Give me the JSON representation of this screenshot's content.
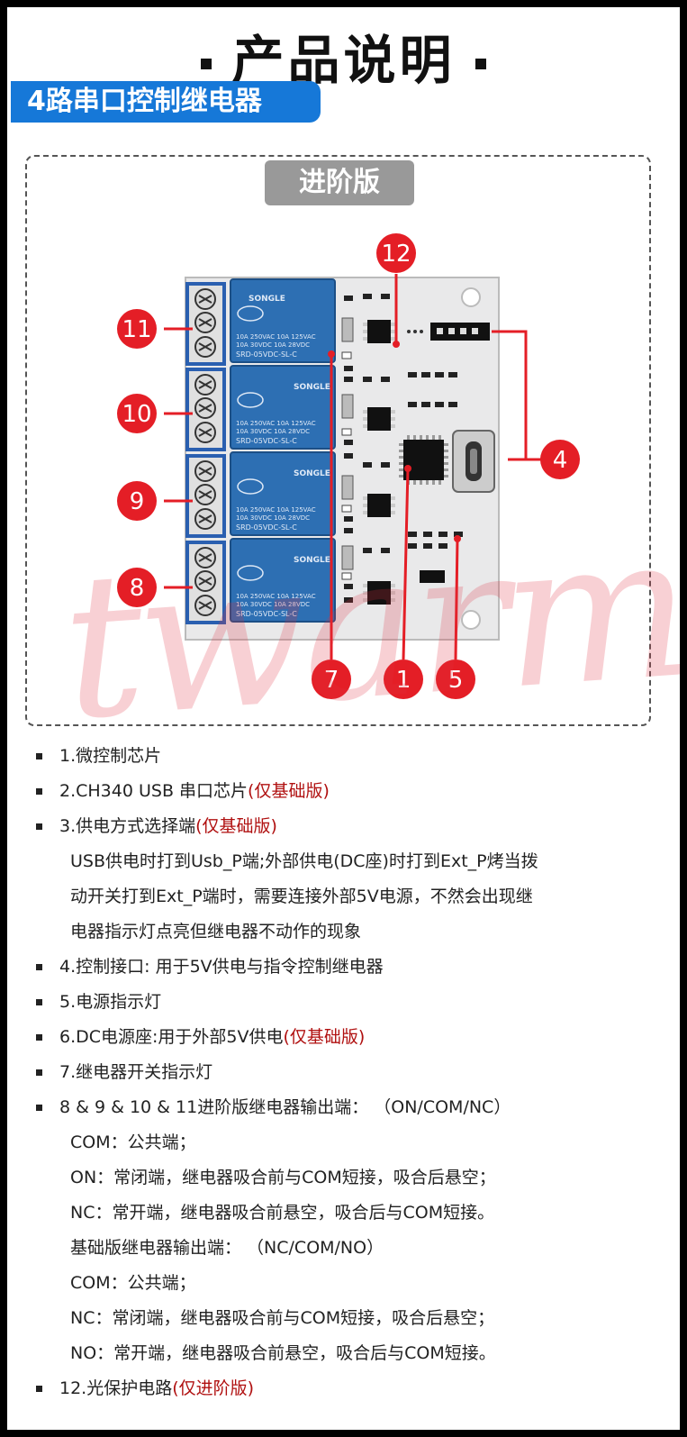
{
  "header": {
    "title": "产品说明"
  },
  "section_title": "4路串口控制继电器",
  "version_tag": "进阶版",
  "watermark": "twarm",
  "relays": [
    {
      "brand": "SONGLE",
      "spec1": "10A 250VAC 10A 125VAC",
      "spec2": "10A 30VDC 10A 28VDC",
      "model": "SRD-05VDC-SL-C"
    },
    {
      "brand": "SONGLE",
      "spec1": "10A 250VAC 10A 125VAC",
      "spec2": "10A 30VDC 10A 28VDC",
      "model": "SRD-05VDC-SL-C"
    },
    {
      "brand": "SONGLE",
      "spec1": "10A 250VAC 10A 125VAC",
      "spec2": "10A 30VDC 10A 28VDC",
      "model": "SRD-05VDC-SL-C"
    },
    {
      "brand": "SONGLE",
      "spec1": "10A 250VAC 10A 125VAC",
      "spec2": "10A 30VDC 10A 28VDC",
      "model": "SRD-05VDC-SL-C"
    }
  ],
  "callouts": {
    "c1": "1",
    "c4": "4",
    "c5": "5",
    "c7": "7",
    "c8": "8",
    "c9": "9",
    "c10": "10",
    "c11": "11",
    "c12": "12"
  },
  "features": {
    "item1": "1.微控制芯片",
    "item2": "2.CH340 USB 串口芯片",
    "item2_note": "(仅基础版)",
    "item3": "3.供电方式选择端",
    "item3_note": "(仅基础版)",
    "item3_desc1": "USB供电时打到Usb_P端;外部供电(DC座)时打到Ext_P烤当拨",
    "item3_desc2": "动开关打到Ext_P端时，需要连接外部5V电源，不然会出现继",
    "item3_desc3": "电器指示灯点亮但继电器不动作的现象",
    "item4": "4.控制接口: 用于5V供电与指令控制继电器",
    "item5": "5.电源指示灯",
    "item6": "6.DC电源座:用于外部5V供电",
    "item6_note": "(仅基础版)",
    "item7": "7.继电器开关指示灯",
    "item8": "8 & 9 & 10 & 11进阶版继电器输出端： （ON/COM/NC）",
    "item8_com": "COM：公共端；",
    "item8_on": "ON：常闭端，继电器吸合前与COM短接，吸合后悬空；",
    "item8_nc": "NC：常开端，继电器吸合前悬空，吸合后与COM短接。",
    "basic_title": "基础版继电器输出端： （NC/COM/NO）",
    "basic_com": "COM：公共端；",
    "basic_nc": "NC：常闭端，继电器吸合前与COM短接，吸合后悬空；",
    "basic_no": "NO：常开端，继电器吸合前悬空，吸合后与COM短接。",
    "item12": "12.光保护电路",
    "item12_note": "(仅进阶版)"
  },
  "colors": {
    "banner": "#1678d8",
    "callout": "#e41e26",
    "relay": "#2d6fb3",
    "terminal": "#2a5fb0",
    "note": "#b01010"
  }
}
